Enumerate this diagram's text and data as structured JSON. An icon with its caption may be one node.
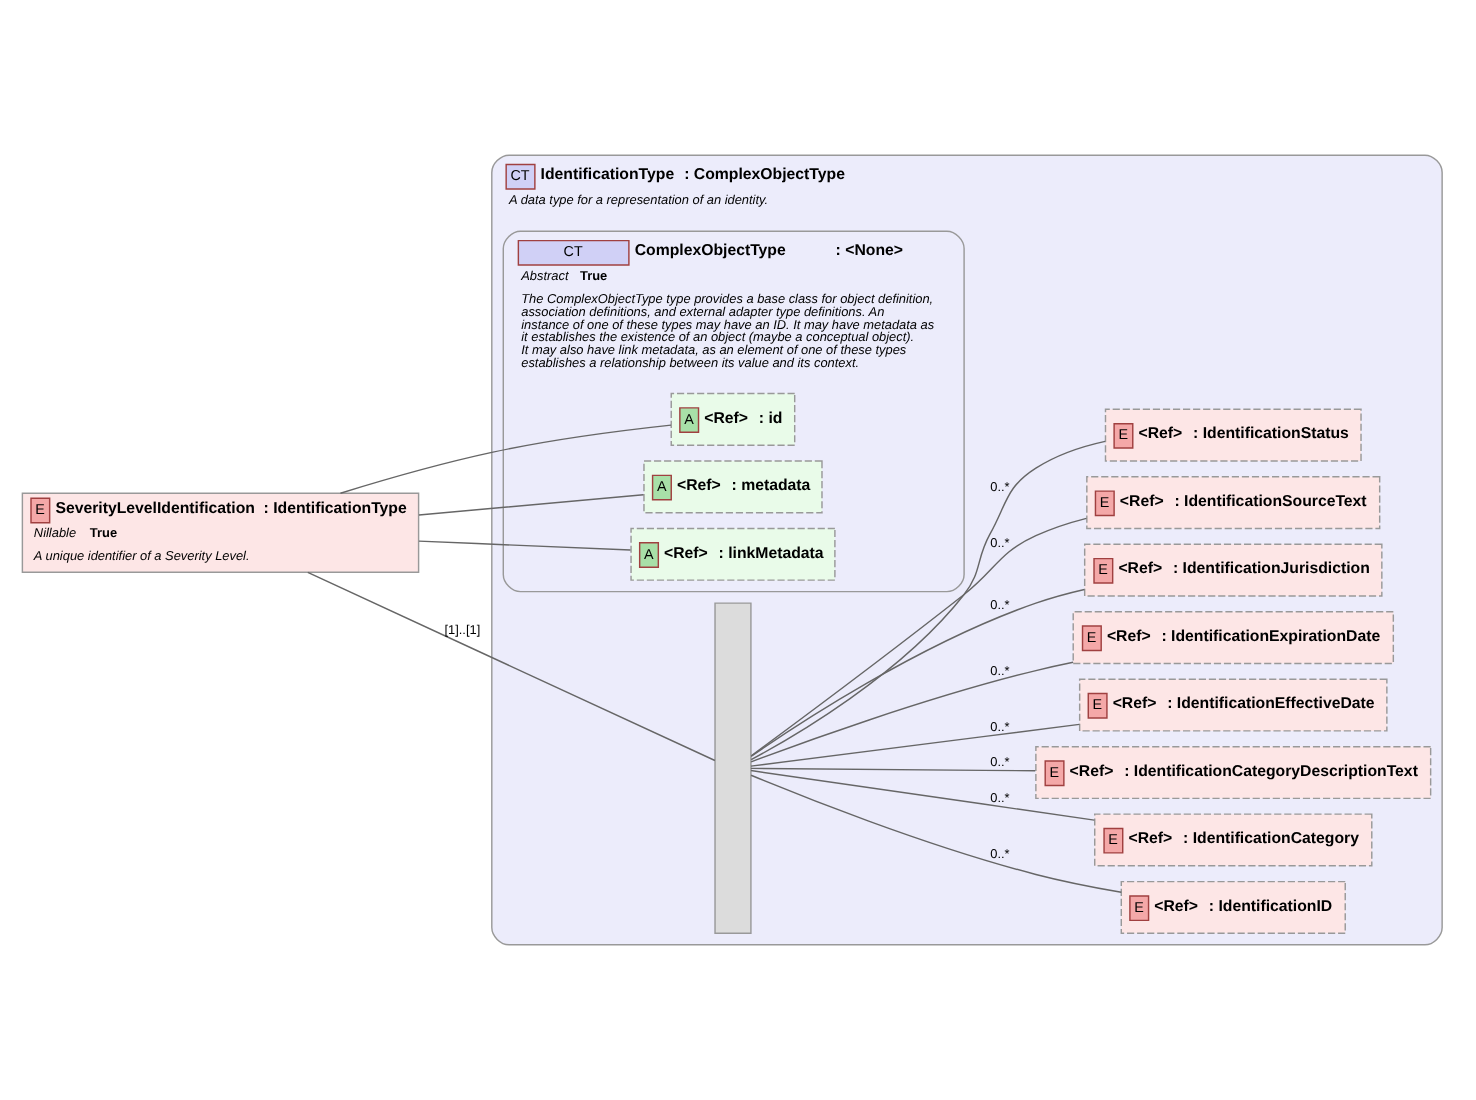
{
  "diagram": {
    "nodes": [
      {
        "text": [
          "E",
          "SeverityLevelIdentification",
          ": IdentificationType",
          "Nillable",
          "True",
          "A unique identifier of a Severity Level."
        ]
      },
      {
        "text": [
          "CT",
          "IdentificationType",
          ": ComplexObjectType",
          "A data type for a representation of an identity."
        ]
      },
      {
        "text": [
          "CT",
          "ComplexObjectType",
          ": <None>",
          "Abstract",
          "True",
          "The ComplexObjectType type provides a base class for object definition, association definitions, and external adapter type definitions. An instance of one of these types may have an ID. It may have metadata as it establishes the existence of an object (maybe a conceptual object). It may also have link metadata, as an element of one of these types establishes a relationship between its value and its context."
        ],
        "in": 1
      },
      {
        "text": [
          "A",
          "<Ref>",
          ": id"
        ],
        "in": 2
      },
      {
        "text": [
          "A",
          "<Ref>",
          ": metadata"
        ],
        "in": 2
      },
      {
        "text": [
          "A",
          "<Ref>",
          ": linkMetadata"
        ],
        "in": 2
      },
      {
        "text": [],
        "shape": "bar",
        "in": 1
      },
      {
        "text": [
          "E",
          "<Ref>",
          ": IdentificationID"
        ],
        "in": 1
      },
      {
        "text": [
          "E",
          "<Ref>",
          ": IdentificationCategory"
        ],
        "in": 1
      },
      {
        "text": [
          "E",
          "<Ref>",
          ": IdentificationCategoryDescriptionText"
        ],
        "in": 1
      },
      {
        "text": [
          "E",
          "<Ref>",
          ": IdentificationEffectiveDate"
        ],
        "in": 1
      },
      {
        "text": [
          "E",
          "<Ref>",
          ": IdentificationExpirationDate"
        ],
        "in": 1
      },
      {
        "text": [
          "E",
          "<Ref>",
          ": IdentificationJurisdiction"
        ],
        "in": 1
      },
      {
        "text": [
          "E",
          "<Ref>",
          ": IdentificationSourceText"
        ],
        "in": 1
      },
      {
        "text": [
          "E",
          "<Ref>",
          ": IdentificationStatus"
        ],
        "in": 1
      }
    ],
    "edges": [
      {
        "from": 0,
        "to": 3,
        "arrow": "none"
      },
      {
        "from": 0,
        "to": 4,
        "arrow": "none"
      },
      {
        "from": 0,
        "to": 5,
        "arrow": "none"
      },
      {
        "from": 0,
        "to": 6,
        "arrow": "none",
        "label": "[1]..[1]"
      },
      {
        "from": 6,
        "to": 7,
        "arrow": "none",
        "label": "0..*"
      },
      {
        "from": 6,
        "to": 8,
        "arrow": "none",
        "label": "0..*"
      },
      {
        "from": 6,
        "to": 9,
        "arrow": "none",
        "label": "0..*"
      },
      {
        "from": 6,
        "to": 10,
        "arrow": "none",
        "label": "0..*"
      },
      {
        "from": 6,
        "to": 11,
        "arrow": "none",
        "label": "0..*"
      },
      {
        "from": 6,
        "to": 12,
        "arrow": "none",
        "label": "0..*"
      },
      {
        "from": 6,
        "to": 13,
        "arrow": "none",
        "label": "0..*"
      },
      {
        "from": 6,
        "to": 14,
        "arrow": "none",
        "label": "0..*"
      }
    ]
  }
}
